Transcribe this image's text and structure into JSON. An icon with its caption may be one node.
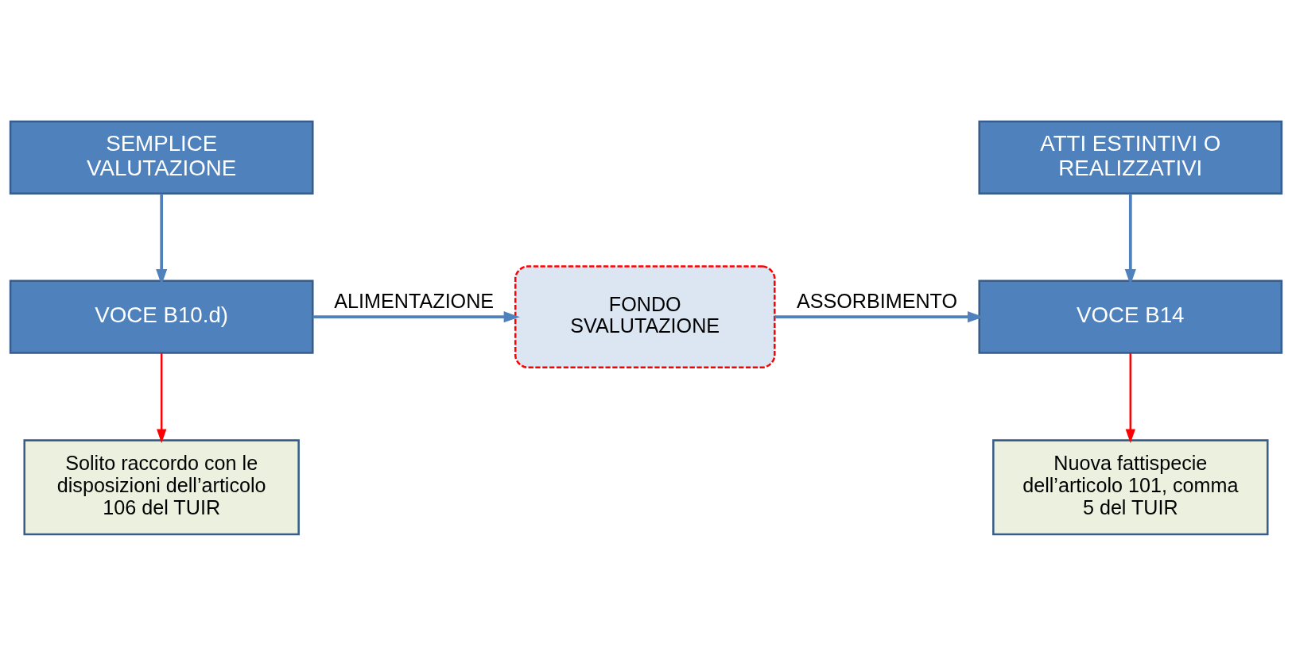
{
  "diagram": {
    "nodes": [
      {
        "text": [
          "ATTI ESTINTIVI O REALIZZATIVI"
        ]
      },
      {
        "text": [
          "SEMPLICE VALUTAZIONE"
        ]
      },
      {
        "text": [
          "VOCE B14"
        ]
      },
      {
        "text": [
          "FONDO SVALUTAZIONE"
        ]
      },
      {
        "text": [
          "VOCE B10.d)"
        ]
      },
      {
        "text": [
          "Nuova fattispecie dell’articolo 101, comma 5 del TUIR"
        ]
      },
      {
        "text": [
          "Solito raccordo con le disposizioni dell’articolo 106 del TUIR"
        ]
      }
    ],
    "edges": [
      {
        "from": 0,
        "to": 2,
        "arrow": "to"
      },
      {
        "from": 1,
        "to": 4,
        "arrow": "to"
      },
      {
        "from": 3,
        "to": 2,
        "arrow": "to",
        "label": "ASSORBIMENTO"
      },
      {
        "from": 4,
        "to": 3,
        "arrow": "to",
        "label": "ALIMENTAZIONE"
      },
      {
        "from": 2,
        "to": 5,
        "arrow": "to",
        "color": "#ff0000"
      },
      {
        "from": 4,
        "to": 6,
        "arrow": "to",
        "color": "#ff0000"
      }
    ]
  }
}
